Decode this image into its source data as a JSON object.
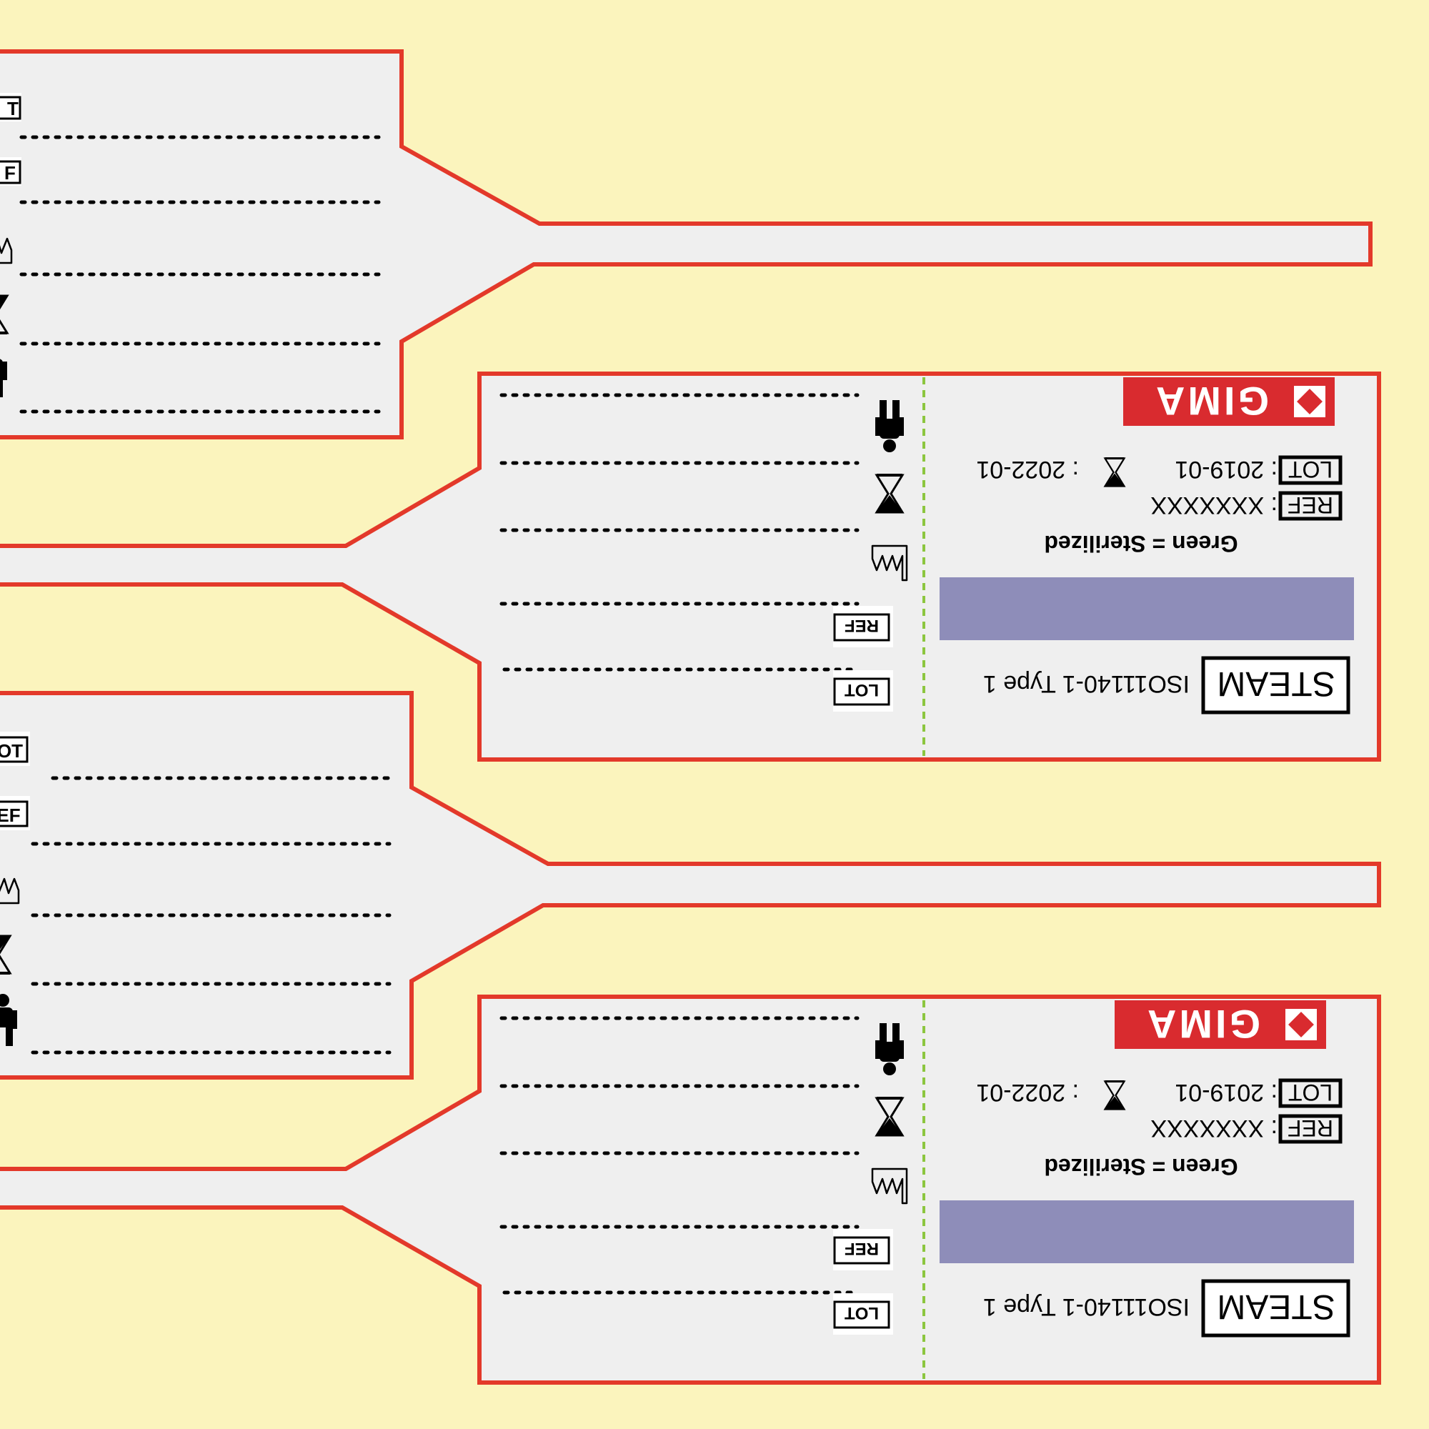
{
  "colors": {
    "background": "#fbf4bd",
    "tag_fill": "#efefef",
    "tag_border": "#e3392a",
    "indicator": "#8e8db9",
    "logo_red": "#d92b2f",
    "perforation": "#8cc63f"
  },
  "tags": [
    {
      "brand": "GIMA",
      "process_label": "STEAM",
      "standard": "ISO11140-1 Type 1",
      "indicator_note": "Green = Sterilized",
      "ref_symbol": "REF",
      "ref_value": ": XXXXXXX",
      "lot_symbol": "LOT",
      "lot_value": ": 2019-01",
      "expiry_value": ": 2022-01",
      "field_symbols": [
        "LOT",
        "REF"
      ],
      "icons": [
        "operator-icon",
        "expiry-hourglass-icon",
        "manufacture-date-icon",
        "ref-box-icon",
        "lot-box-icon"
      ]
    },
    {
      "brand": "GIMA",
      "process_label": "STEAM",
      "standard": "ISO11140-1 Type 1",
      "indicator_note": "Green = Sterilized",
      "ref_symbol": "REF",
      "ref_value": ": XXXXXXX",
      "lot_symbol": "LOT",
      "lot_value": ": 2019-01",
      "expiry_value": ": 2022-01",
      "field_symbols": [
        "LOT",
        "REF"
      ],
      "icons": [
        "operator-icon",
        "expiry-hourglass-icon",
        "manufacture-date-icon",
        "ref-box-icon",
        "lot-box-icon"
      ]
    }
  ],
  "cut_tags": [
    {
      "symbols": [
        "T",
        "F"
      ]
    },
    {
      "symbols": [
        "OT",
        "EF"
      ]
    }
  ]
}
